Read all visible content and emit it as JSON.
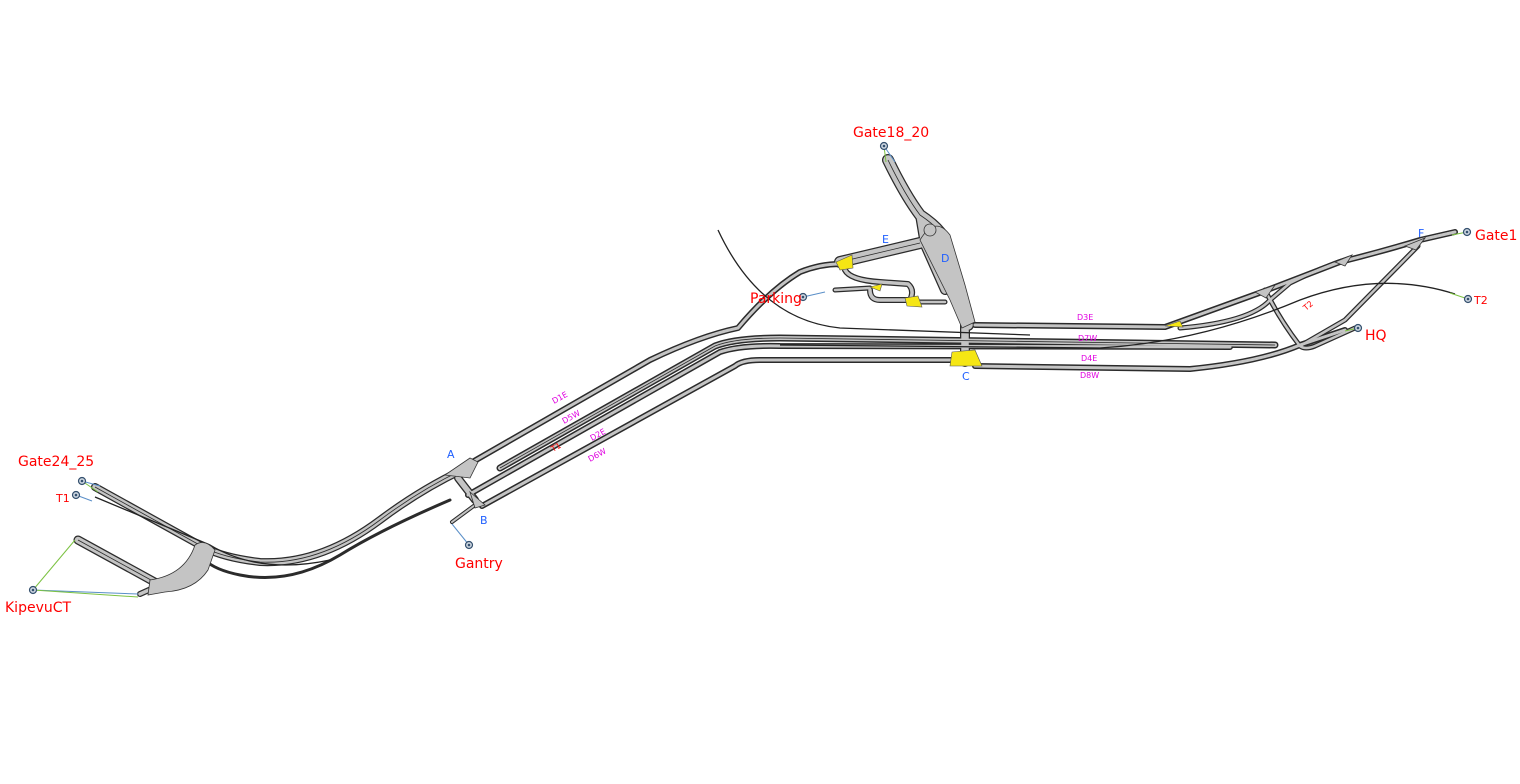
{
  "zones": {
    "gate18_20": "Gate18_20",
    "parking": "Parking",
    "gate1": "Gate1",
    "t2": "T2",
    "hq": "HQ",
    "gate24_25": "Gate24_25",
    "t1": "T1",
    "kipevuct": "KipevuCT",
    "gantry": "Gantry"
  },
  "nodes": {
    "a": "A",
    "b": "B",
    "c": "C",
    "d": "D",
    "e": "E",
    "f": "F"
  },
  "links": {
    "d1e": "D1E",
    "d5w": "D5W",
    "d2e": "D2E",
    "d6w": "D6W",
    "d3e": "D3E",
    "d7w": "D7W",
    "d4e": "D4E",
    "d8w": "D8W",
    "t1": "T1",
    "t2": "T2"
  },
  "colors": {
    "zone": "#ff0000",
    "node": "#2060ff",
    "link": "#e000e0",
    "junction": "#f5e614"
  }
}
